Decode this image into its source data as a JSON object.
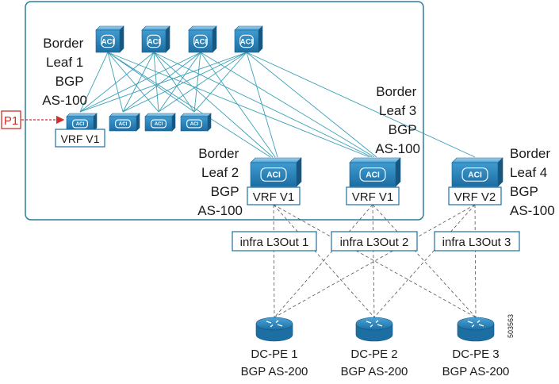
{
  "colors": {
    "fabric_border": "#2d7f9a",
    "link": "#3aa0b8",
    "dashed": "#555555",
    "device_light": "#3f9bd0",
    "device_dark": "#1f6fa3",
    "p1_red": "#d22f27",
    "box_border": "#1f6fa3"
  },
  "icons": {
    "switch": "aci-switch-icon",
    "router": "router-icon"
  },
  "spines": [
    "ACI",
    "ACI",
    "ACI",
    "ACI"
  ],
  "border_leaf_1": {
    "text": [
      "Border",
      "Leaf 1",
      "BGP",
      "AS-100"
    ],
    "vrf": "VRF V1",
    "icon": "ACI"
  },
  "small_leaves": [
    "ACI",
    "ACI",
    "ACI"
  ],
  "border_leaf_2": {
    "text": [
      "Border",
      "Leaf 2",
      "BGP",
      "AS-100"
    ],
    "vrf": "VRF V1",
    "icon": "ACI"
  },
  "border_leaf_3": {
    "text": [
      "Border",
      "Leaf 3",
      "BGP",
      "AS-100"
    ],
    "vrf": "VRF V1",
    "icon": "ACI"
  },
  "border_leaf_4": {
    "text": [
      "Border",
      "Leaf 4",
      "BGP",
      "AS-100"
    ],
    "vrf": "VRF V2",
    "icon": "ACI"
  },
  "p1": "P1",
  "l3outs": [
    "infra L3Out 1",
    "infra L3Out 2",
    "infra L3Out 3"
  ],
  "pe_routers": [
    {
      "name": "DC-PE 1",
      "as": "BGP AS-200"
    },
    {
      "name": "DC-PE 2",
      "as": "BGP AS-200"
    },
    {
      "name": "DC-PE 3",
      "as": "BGP AS-200"
    }
  ],
  "figure_id": "503563"
}
